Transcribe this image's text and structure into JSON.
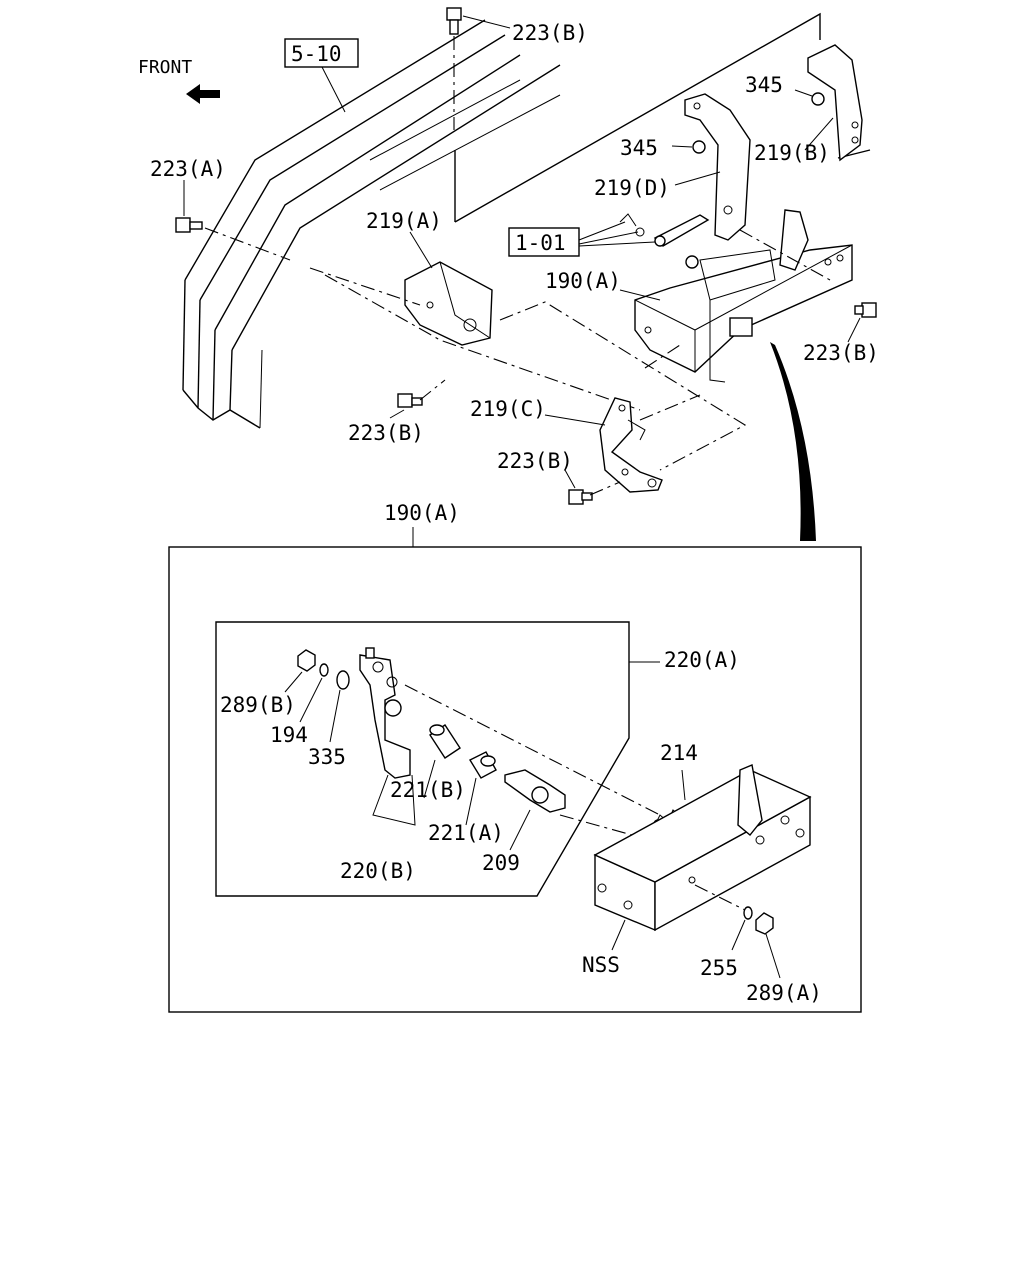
{
  "direction_label": "FRONT",
  "ref_boxes": {
    "body": "5-10",
    "cable": "1-01"
  },
  "callouts": {
    "bolt_top_b": "223(B)",
    "nut_345_upper": "345",
    "nut_345_lower": "345",
    "bracket_219b": "219(B)",
    "bracket_219d": "219(D)",
    "bolt_223a": "223(A)",
    "bracket_219a": "219(A)",
    "lever_190a_upper": "190(A)",
    "bolt_right_b": "223(B)",
    "bolt_mid_b": "223(B)",
    "bracket_219c": "219(C)",
    "bolt_lower_b": "223(B)",
    "assembly_190a": "190(A)",
    "lever_220a": "220(A)",
    "nut_289b": "289(B)",
    "washer_194": "194",
    "washer_335": "335",
    "bushing_221b": "221(B)",
    "bushing_221a": "221(A)",
    "lever_220b": "220(B)",
    "pin_209": "209",
    "spring_214": "214",
    "bracket_nss": "NSS",
    "clip_255": "255",
    "nut_289a": "289(A)"
  }
}
